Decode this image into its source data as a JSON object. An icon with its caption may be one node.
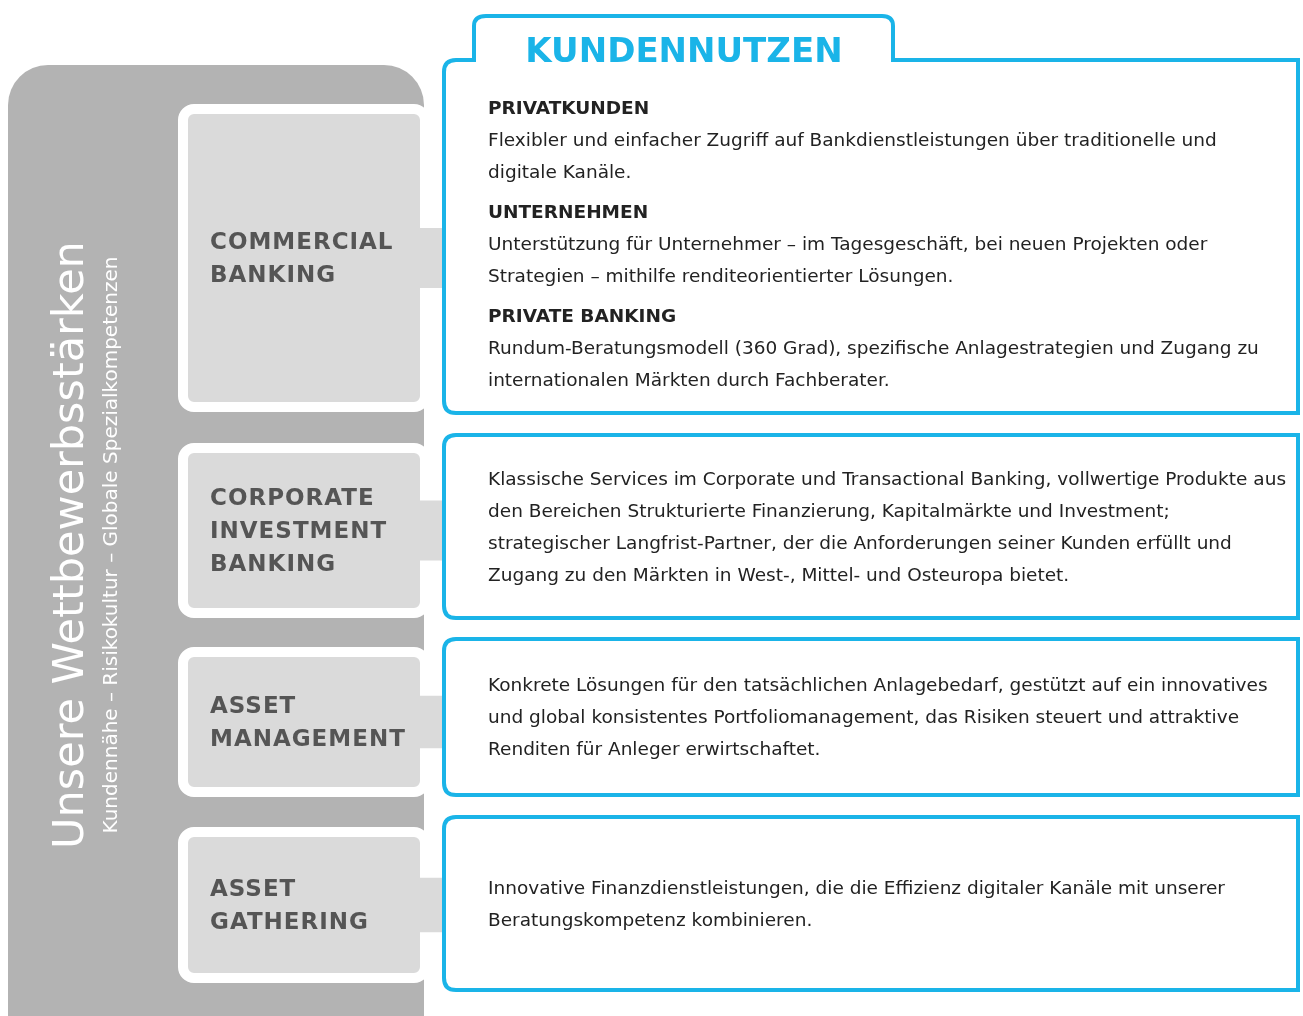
{
  "diagram": {
    "nodes": [
      {
        "text": [
          "Unsere Wettbewerbsstärken",
          "Kundennähe – Risikokultur – Globale Spezialkompetenzen"
        ]
      },
      {
        "text": [
          "COMMERCIAL BANKING"
        ],
        "in": 0
      },
      {
        "text": [
          "CORPORATE INVESTMENT BANKING"
        ],
        "in": 0
      },
      {
        "text": [
          "ASSET MANAGEMENT"
        ],
        "in": 0
      },
      {
        "text": [
          "ASSET GATHERING"
        ],
        "in": 0
      },
      {
        "text": [
          "KUNDENNUTZEN",
          "PRIVATKUNDEN",
          "Flexibler und einfacher Zugriff auf Bankdienstleistungen über traditionelle und digitale Kanäle.",
          "UNTERNEHMEN",
          "Unterstützung für Unternehmer – im Tagesgeschäft, bei neuen Projekten oder Strategien – mithilfe renditeorientierter Lösungen.",
          "PRIVATE BANKING",
          "Rundum-Beratungsmodell (360 Grad), spezifische Anlagestrategien und Zugang zu internationalen Märkten durch Fachberater."
        ]
      },
      {
        "text": [
          "Klassische Services im Corporate und Transactional Banking, vollwertige Produkte aus den Bereichen Strukturierte Finanzierung, Kapitalmärkte und Investment; strategischer Langfrist-Partner, der die Anforderungen seiner Kunden erfüllt und Zugang zu den Märkten in West-, Mittel- und Osteuropa bietet."
        ]
      },
      {
        "text": [
          "Konkrete Lösungen für den tatsächlichen Anlagebedarf, gestützt auf ein innovatives und global konsistentes Portfoliomanagement, das Risiken steuert und attraktive Renditen für Anleger erwirtschaftet."
        ]
      },
      {
        "text": [
          "Innovative Finanzdienstleistungen, die die Effizienz digitaler Kanäle mit unserer Beratungskompetenz kombinieren."
        ]
      }
    ],
    "edges": [
      {
        "from": 1,
        "to": 5,
        "arrow": "none"
      },
      {
        "from": 2,
        "to": 6,
        "arrow": "none"
      },
      {
        "from": 3,
        "to": 7,
        "arrow": "none"
      },
      {
        "from": 4,
        "to": 8,
        "arrow": "none"
      }
    ]
  }
}
